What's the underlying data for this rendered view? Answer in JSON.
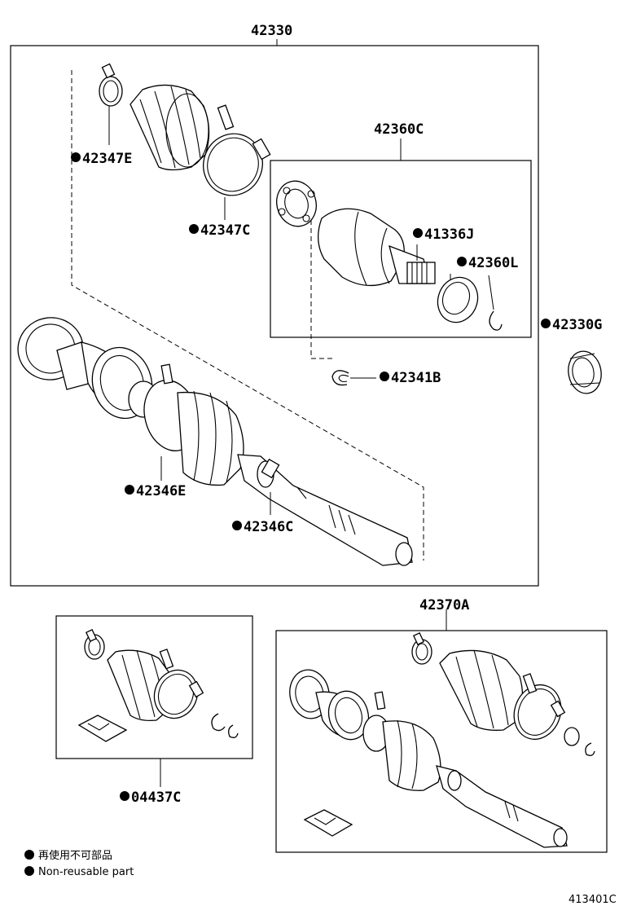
{
  "labels": {
    "assy_main": "42330",
    "inboard_joint": "42360C",
    "clamp_e_top": "42347E",
    "clamp_c_top": "42347C",
    "spider": "41336J",
    "seal_ring": "42360L",
    "bearing": "42330G",
    "snap_ring": "42341B",
    "clamp_e_mid": "42346E",
    "clamp_c_mid": "42346C",
    "assy_second": "42370A",
    "boot_kit": "04437C"
  },
  "legend": {
    "japanese": "再使用不可部品",
    "english": "Non-reusable part"
  },
  "figure_id": "413401C"
}
